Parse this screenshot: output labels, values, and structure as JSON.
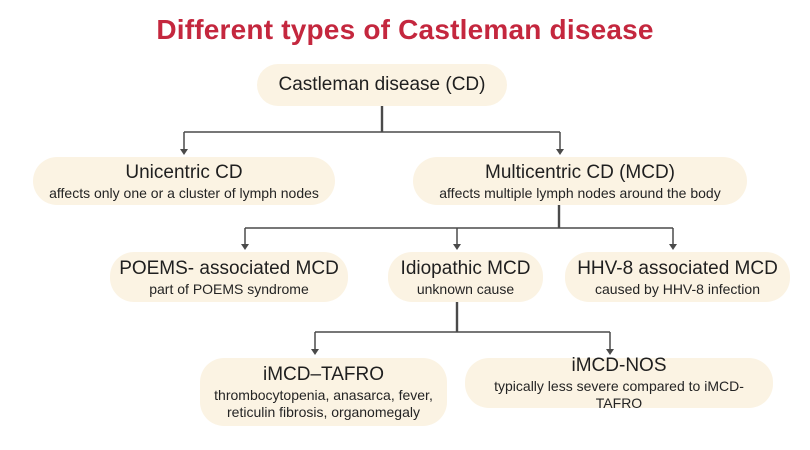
{
  "title": "Different types of Castleman disease",
  "colors": {
    "title_red": "#C4273E",
    "node_background": "#FBF3E3",
    "text": "#1F1F1F",
    "connector_line": "#4A4A4A"
  },
  "nodes": {
    "root": {
      "title": "Castleman disease (CD)"
    },
    "unicentric": {
      "title": "Unicentric CD",
      "subtitle": "affects only one or a cluster of lymph nodes"
    },
    "multicentric": {
      "title": "Multicentric CD (MCD)",
      "subtitle": "affects multiple lymph nodes around the body"
    },
    "poems": {
      "title": "POEMS- associated MCD",
      "subtitle": "part of POEMS syndrome"
    },
    "idiopathic": {
      "title": "Idiopathic MCD",
      "subtitle": "unknown cause"
    },
    "hhv8": {
      "title": "HHV-8 associated MCD",
      "subtitle": "caused by HHV-8 infection"
    },
    "tafro": {
      "title": "iMCD–TAFRO",
      "subtitle": "thrombocytopenia, anasarca, fever, reticulin fibrosis, organomegaly"
    },
    "nos": {
      "title": "iMCD-NOS",
      "subtitle": "typically less severe compared to iMCD-TAFRO"
    }
  }
}
